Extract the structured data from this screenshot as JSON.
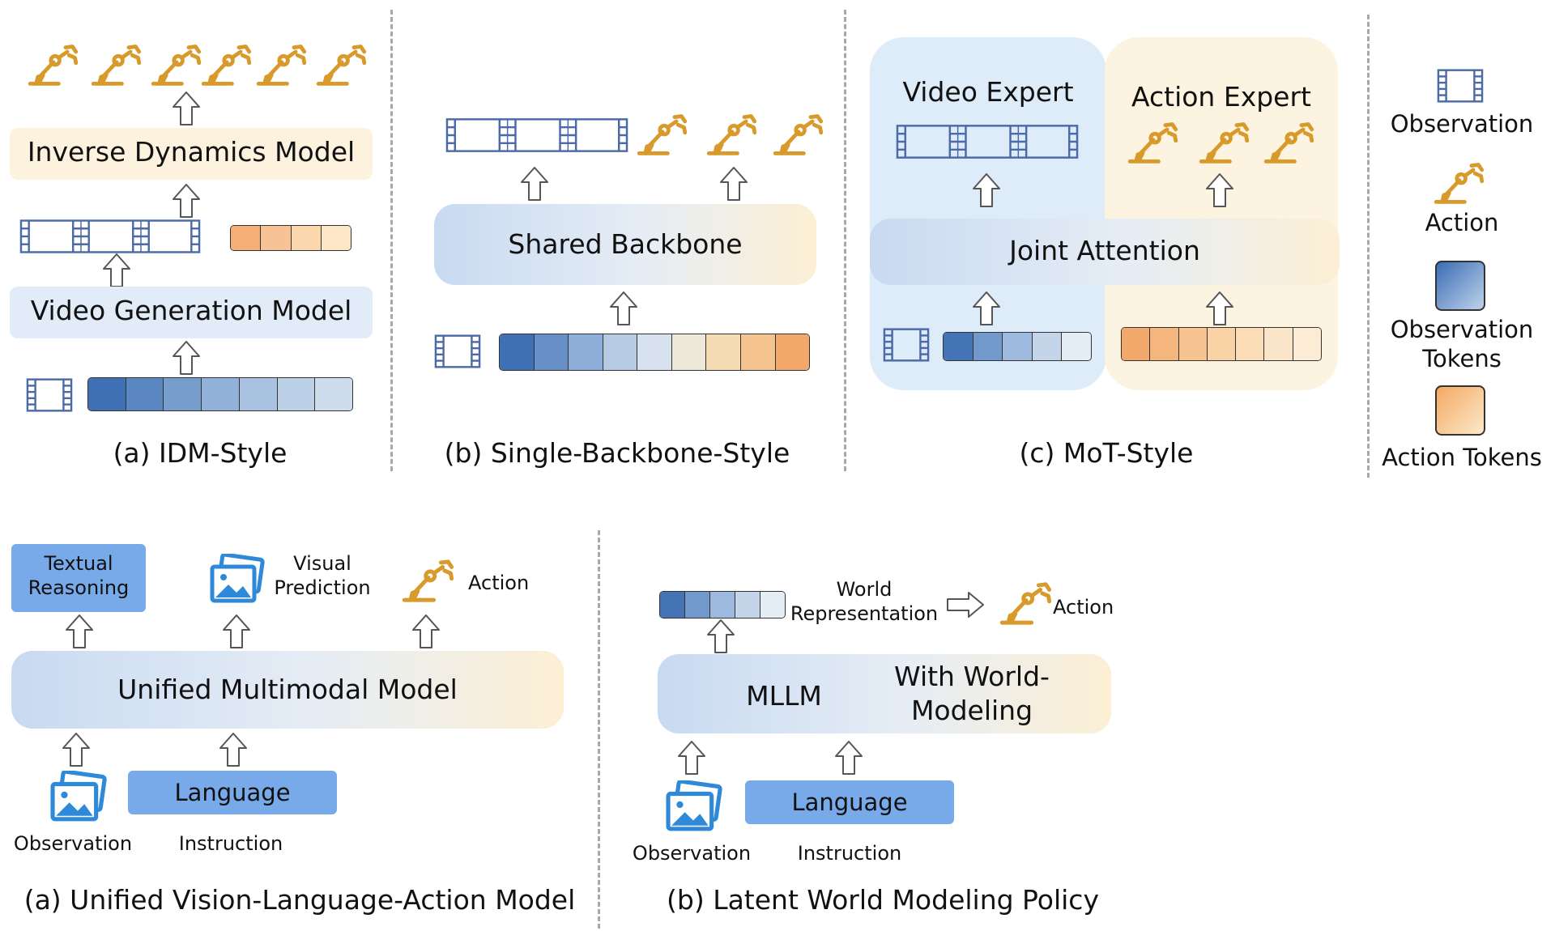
{
  "top": {
    "idm": {
      "title": "Inverse Dynamics Model",
      "video_model": "Video Generation Model",
      "caption": "(a) IDM-Style"
    },
    "single": {
      "backbone": "Shared Backbone",
      "caption": "(b) Single-Backbone-Style"
    },
    "mot": {
      "video_expert": "Video Expert",
      "action_expert": "Action Expert",
      "joint": "Joint Attention",
      "caption": "(c) MoT-Style"
    },
    "legend": {
      "observation": "Observation",
      "action": "Action",
      "observation_tokens_1": "Observation",
      "observation_tokens_2": "Tokens",
      "action_tokens": "Action Tokens"
    }
  },
  "bottom": {
    "uvla": {
      "reasoning_1": "Textual",
      "reasoning_2": "Reasoning",
      "visual_1": "Visual",
      "visual_2": "Prediction",
      "action": "Action",
      "model": "Unified Multimodal Model",
      "language": "Language",
      "observation": "Observation",
      "instruction": "Instruction",
      "caption": "(a) Unified Vision-Language-Action Model"
    },
    "lwm": {
      "world_1": "World",
      "world_2": "Representation",
      "action": "Action",
      "mllm": "MLLM",
      "with_1": "With World-",
      "with_2": "Modeling",
      "language": "Language",
      "observation": "Observation",
      "instruction": "Instruction",
      "caption": "(b) Latent World Modeling Policy"
    }
  },
  "colors": {
    "action_icon": "#d79a2b",
    "frame": "#4a6aa8",
    "token_blue_dark": "#3d6fb3",
    "token_orange": "#f4a96a",
    "button_blue": "#78a9e9",
    "image_icon": "#2e8ad8"
  }
}
